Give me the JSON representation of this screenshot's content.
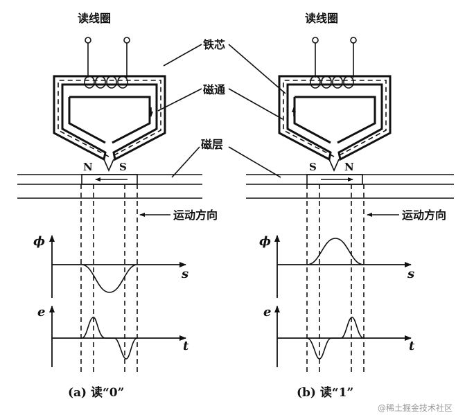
{
  "labels": {
    "read_coil_left": "读线圈",
    "read_coil_right": "读线圈",
    "iron_core": "铁芯",
    "flux": "磁通",
    "magnetic_layer": "磁层",
    "motion_dir_left": "运动方向",
    "motion_dir_right": "运动方向"
  },
  "poles": {
    "left_n": "N",
    "left_s": "S",
    "right_s": "S",
    "right_n": "N"
  },
  "axes": {
    "phi_left": "ϕ",
    "s_left": "s",
    "e_left": "e",
    "t_left": "t",
    "phi_right": "ϕ",
    "s_right": "s",
    "e_right": "e",
    "t_right": "t"
  },
  "captions": {
    "a": "(a) 读“0”",
    "b": "(b) 读“1”"
  },
  "watermark": "@稀土掘金技术社区"
}
